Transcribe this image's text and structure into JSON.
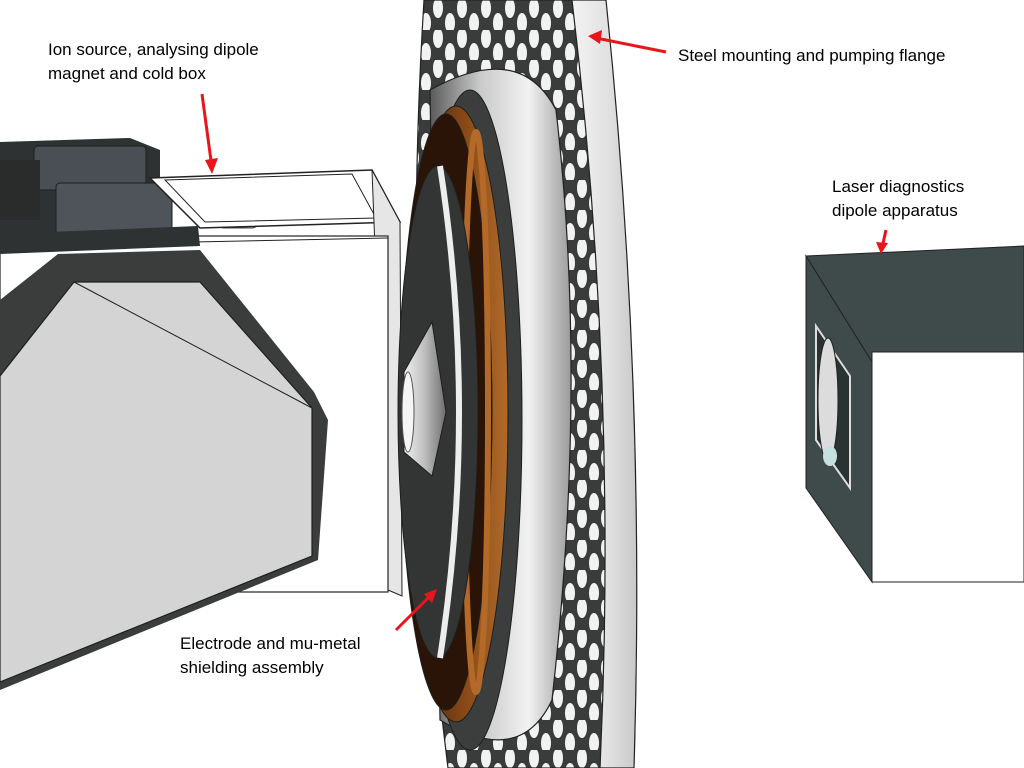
{
  "labels": {
    "ion_source": {
      "line1": "Ion source, analysing dipole",
      "line2": "magnet and cold box"
    },
    "steel_flange": {
      "line1": "Steel mounting and pumping flange"
    },
    "laser_apparatus": {
      "line1": "Laser diagnostics",
      "line2": "dipole apparatus"
    },
    "electrode_assembly": {
      "line1": "Electrode and mu-metal",
      "line2": "shielding assembly"
    }
  },
  "colors": {
    "arrow": "#e8161b",
    "dark_metal": "#333535",
    "copper": "#8a4a17",
    "laser_box_top": "#3f4a4a",
    "light_grey": "#d2d2d2"
  }
}
